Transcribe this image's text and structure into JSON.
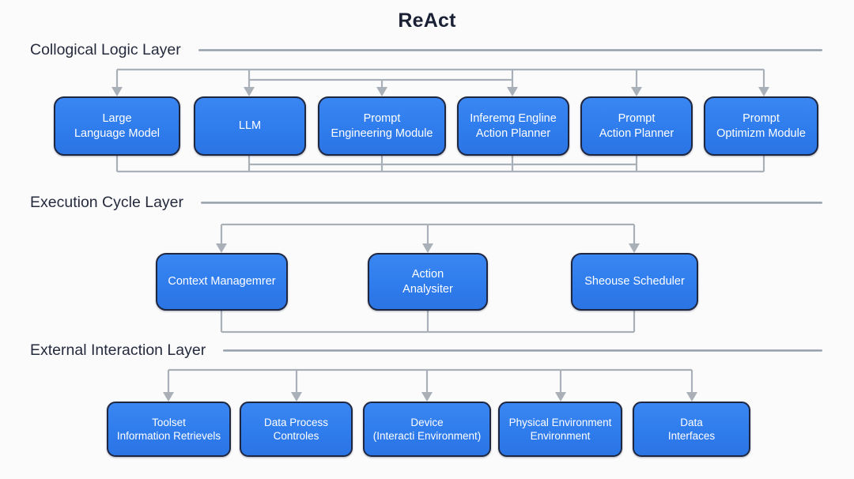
{
  "title": "ReAct",
  "colors": {
    "node_fill": "#2f7ced",
    "node_border": "#1f2740",
    "node_text": "#ffffff",
    "connector": "#a9b0b8",
    "rule": "#8e98a4",
    "title_text": "#1b2135",
    "label_text": "#252b3d",
    "background": "#fbfbfc"
  },
  "layers": [
    {
      "id": "collogical-logic-layer",
      "label": "Collogical Logic Layer",
      "nodes": [
        {
          "id": "large-language-model",
          "label": "Large\nLanguage Model"
        },
        {
          "id": "llm",
          "label": "LLM"
        },
        {
          "id": "prompt-engineering-module",
          "label": "Prompt\nEngineering Module"
        },
        {
          "id": "inferemg-engline-action-planner",
          "label": "Inferemg Engline\nAction Planner"
        },
        {
          "id": "prompt-action-planner",
          "label": "Prompt\nAction Planner"
        },
        {
          "id": "prompt-optimizm-module",
          "label": "Prompt\nOptimizm Module"
        }
      ]
    },
    {
      "id": "execution-cycle-layer",
      "label": "Execution Cycle Layer",
      "nodes": [
        {
          "id": "context-managemrer",
          "label": "Context Managemrer"
        },
        {
          "id": "action-analysiter",
          "label": "Action\nAnalysiter"
        },
        {
          "id": "sheouse-scheduler",
          "label": "Sheouse Scheduler"
        }
      ]
    },
    {
      "id": "external-interaction-layer",
      "label": "External Interaction Layer",
      "nodes": [
        {
          "id": "toolset-information-retrievels",
          "label": "Toolset\nInformation Retrievels"
        },
        {
          "id": "data-process-controles",
          "label": "Data Process\nControles"
        },
        {
          "id": "device-interacti-environment",
          "label": "Device\n(Interacti Environment)"
        },
        {
          "id": "physical-environment",
          "label": "Physical Environment\nEnvironment"
        },
        {
          "id": "data-interfaces",
          "label": "Data\nInterfaces"
        }
      ]
    }
  ]
}
